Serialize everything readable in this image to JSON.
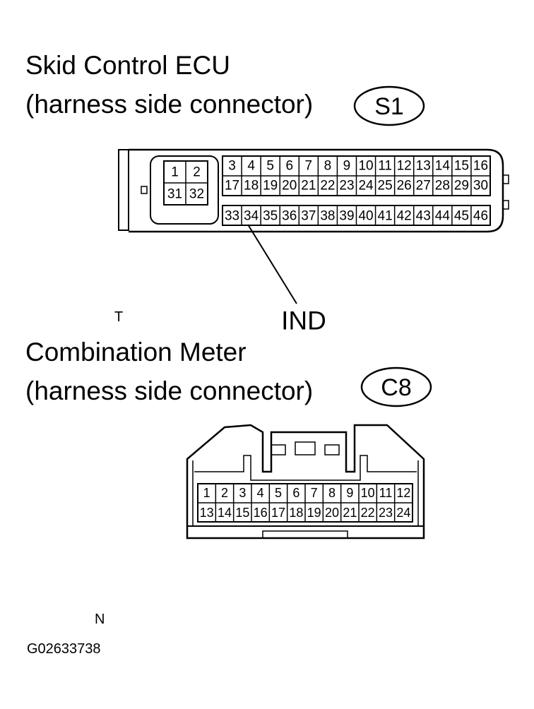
{
  "s1": {
    "title_line1": "Skid Control ECU",
    "title_line2": "(harness side connector)",
    "badge": "S1",
    "small_pins_top": [
      "1",
      "2"
    ],
    "small_pins_bottom": [
      "31",
      "32"
    ],
    "row1": [
      "3",
      "4",
      "5",
      "6",
      "7",
      "8",
      "9",
      "10",
      "11",
      "12",
      "13",
      "14",
      "15",
      "16"
    ],
    "row2": [
      "17",
      "18",
      "19",
      "20",
      "21",
      "22",
      "23",
      "24",
      "25",
      "26",
      "27",
      "28",
      "29",
      "30"
    ],
    "row3": [
      "33",
      "34",
      "35",
      "36",
      "37",
      "38",
      "39",
      "40",
      "41",
      "42",
      "43",
      "44",
      "45",
      "46"
    ],
    "callout_label": "IND"
  },
  "markers": {
    "t": "T",
    "n": "N"
  },
  "c8": {
    "title_line1": "Combination Meter",
    "title_line2": "(harness side connector)",
    "badge": "C8",
    "row1": [
      "1",
      "2",
      "3",
      "4",
      "5",
      "6",
      "7",
      "8",
      "9",
      "10",
      "11",
      "12"
    ],
    "row2": [
      "13",
      "14",
      "15",
      "16",
      "17",
      "18",
      "19",
      "20",
      "21",
      "22",
      "23",
      "24"
    ]
  },
  "figure_code": "G02633738"
}
